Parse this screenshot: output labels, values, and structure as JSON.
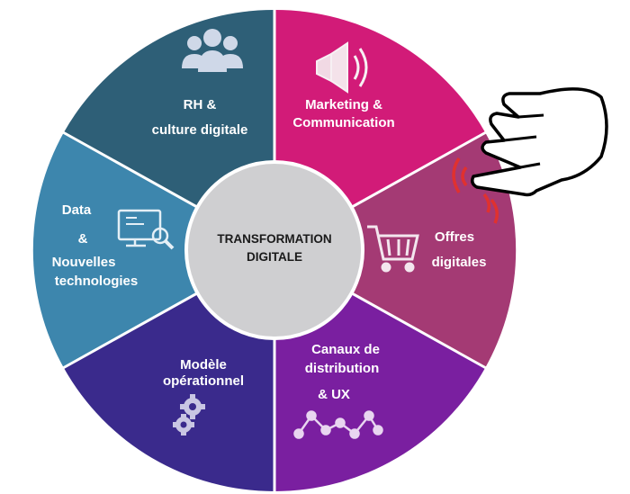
{
  "center": {
    "line1": "TRANSFORMATION",
    "line2": "DIGITALE"
  },
  "segments": [
    {
      "id": "rh",
      "lines": [
        "RH &",
        "culture digitale"
      ],
      "icon": "people-group-icon",
      "color": "#2e5f77"
    },
    {
      "id": "marketing",
      "lines": [
        "Marketing &",
        "Communication"
      ],
      "icon": "megaphone-icon",
      "color": "#d21b78"
    },
    {
      "id": "offres",
      "lines": [
        "Offres",
        "digitales"
      ],
      "icon": "shopping-cart-icon",
      "color": "#a43a74"
    },
    {
      "id": "canaux",
      "lines": [
        "Canaux de",
        "distribution",
        "& UX"
      ],
      "icon": "network-nodes-icon",
      "color": "#7a1fa0"
    },
    {
      "id": "modele",
      "lines": [
        "Modèle",
        "opérationnel"
      ],
      "icon": "gears-icon",
      "color": "#3a2a8c"
    },
    {
      "id": "data",
      "lines": [
        "Data",
        "&",
        "Nouvelles",
        "technologies"
      ],
      "icon": "monitor-magnifier-icon",
      "color": "#3d86ad"
    }
  ],
  "pointer": {
    "icon": "pointing-hand-icon",
    "ripple_color": "#e0312f"
  },
  "colors": {
    "divider": "#ffffff",
    "center_fill": "#cfcfd1",
    "text": "#ffffff"
  }
}
